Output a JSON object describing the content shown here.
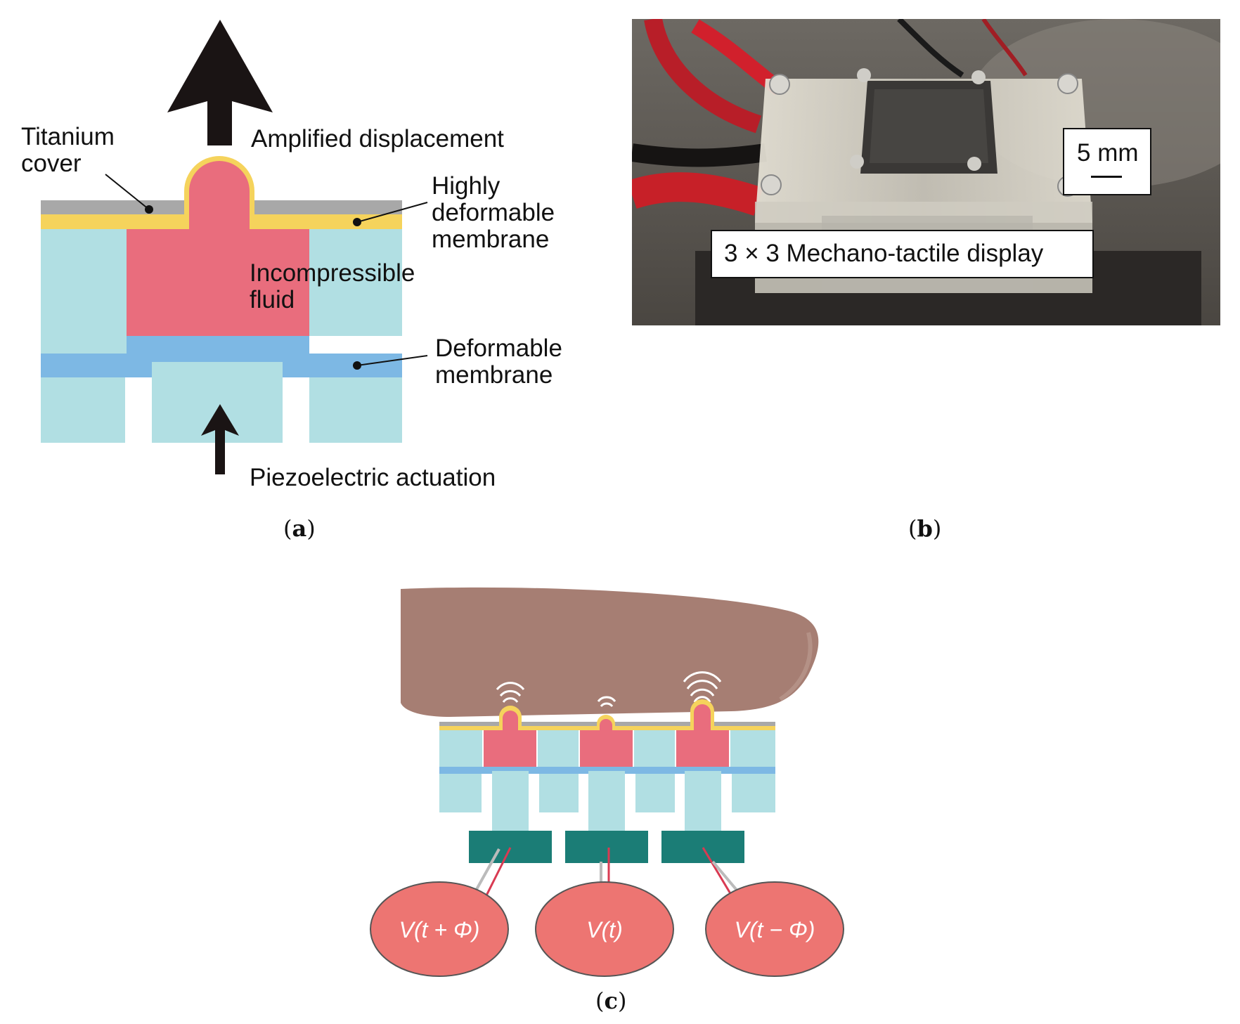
{
  "panel_a": {
    "labels": {
      "titanium_cover": [
        "Titanium",
        "cover"
      ],
      "amplified_displacement": "Amplified displacement",
      "highly_deformable_membrane": [
        "Highly",
        "deformable",
        "membrane"
      ],
      "incompressible_fluid": [
        "Incompressible",
        "fluid"
      ],
      "deformable_membrane": [
        "Deformable",
        "membrane"
      ],
      "piezoelectric_actuation": "Piezoelectric actuation"
    },
    "caption": "a"
  },
  "panel_b": {
    "scale_bar": "5 mm",
    "display_label": "3 × 3 Mechano-tactile display",
    "caption": "b"
  },
  "panel_c": {
    "voltages": [
      "V(t + Φ)",
      "V(t)",
      "V(t − Φ)"
    ],
    "caption": "c"
  },
  "colors": {
    "substrate": "#b1dfe3",
    "fluid": "#e96d7d",
    "deformable_membrane": "#7db8e4",
    "highly_deformable_membrane": "#f5d35c",
    "titanium": "#a8a8a8",
    "piezo": "#1b7d76",
    "voltage_source": "#ed7572",
    "finger": "#a67e73"
  }
}
